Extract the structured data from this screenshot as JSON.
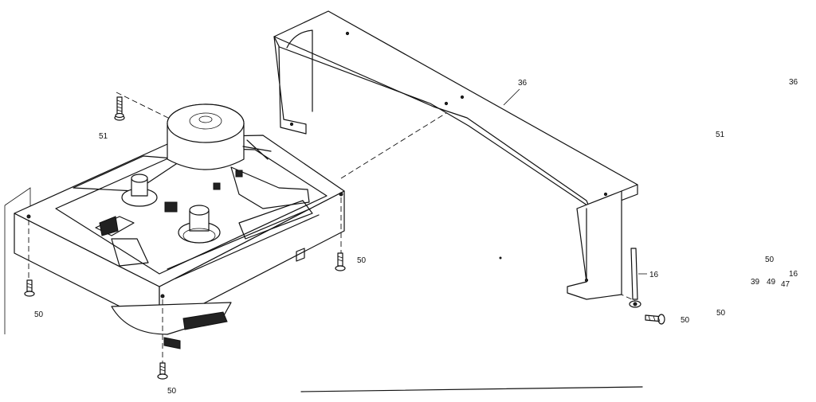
{
  "callouts": {
    "bracket": "36",
    "screw_top_left": "51",
    "screw_mid": "50",
    "screw_left": "50",
    "screw_bottom": "50",
    "screw_right": "50",
    "shaft": "16"
  },
  "parts_index": {
    "col_36": "36",
    "col_51": "51",
    "col_50a": "50",
    "col_16": "16",
    "col_39": "39",
    "col_49": "49",
    "col_47": "47",
    "col_50b": "50"
  },
  "colors": {
    "ink": "#111111",
    "paper": "#ffffff"
  }
}
